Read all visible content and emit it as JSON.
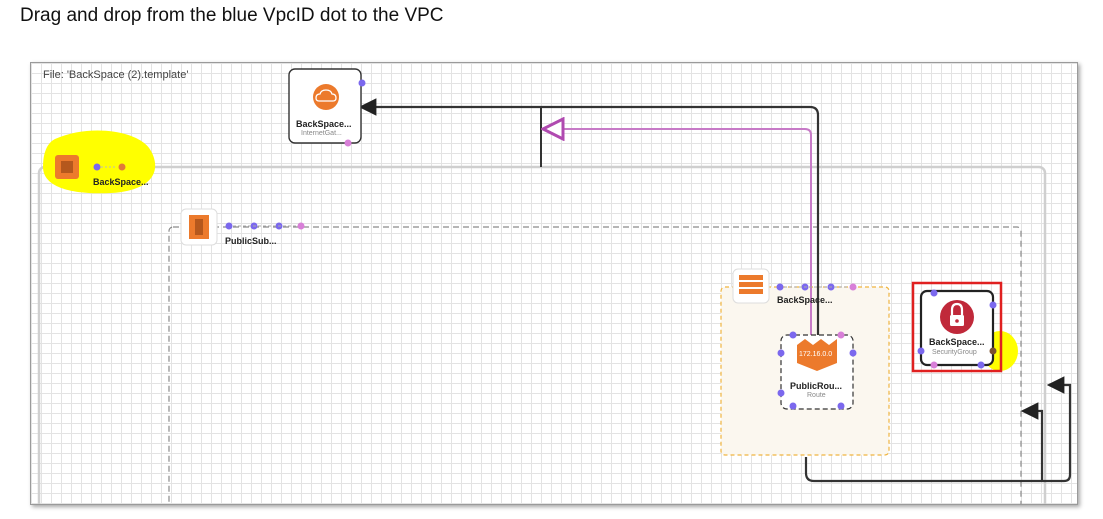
{
  "instruction": "Drag and drop from the blue VpcID dot to the VPC",
  "file_label": "File: 'BackSpace (2).template'",
  "nodes": {
    "vpc": {
      "label": "BackSpace..."
    },
    "internet_gateway": {
      "label": "BackSpace...",
      "sub": "InternetGat..."
    },
    "public_subnet": {
      "label": "PublicSub..."
    },
    "route_table": {
      "label": "BackSpace..."
    },
    "route": {
      "label": "PublicRou...",
      "sub": "Route",
      "cidr": "172.16.0.0"
    },
    "security_group": {
      "label": "BackSpace...",
      "sub": "SecurityGroup"
    }
  },
  "colors": {
    "highlight": "#ffff00",
    "port_blue": "#7b68ee",
    "port_pink": "#d87fd8",
    "port_orange": "#e07b39",
    "aws_orange": "#ec7a2c",
    "selection_red": "#e02020",
    "lock_red": "#c0293a"
  }
}
